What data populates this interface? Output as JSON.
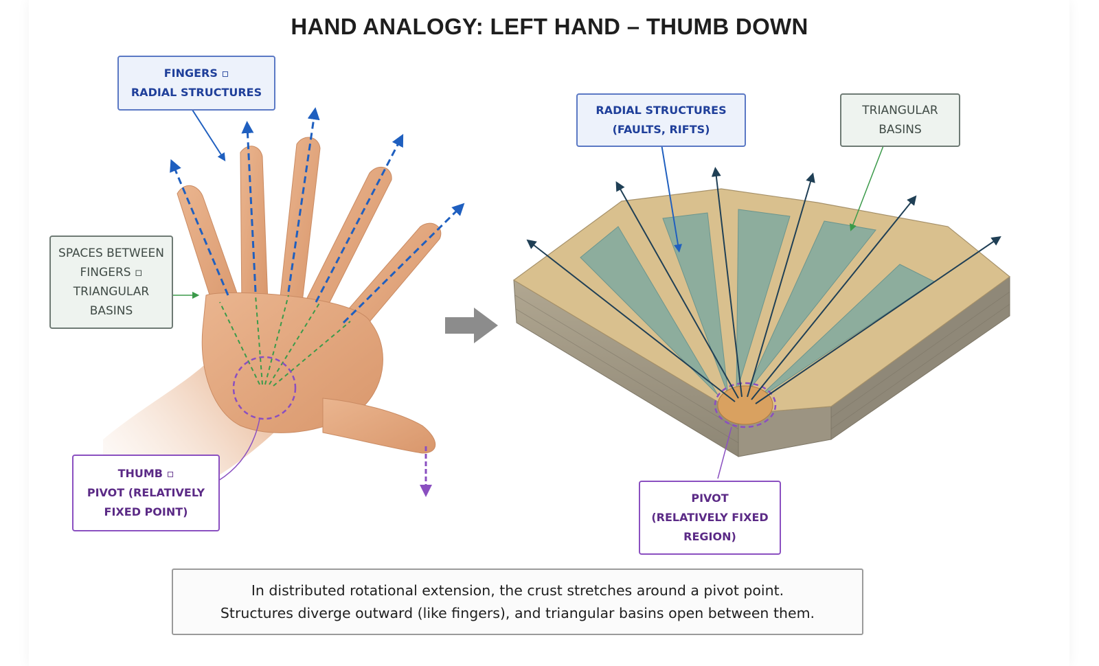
{
  "title": "HAND ANALOGY: LEFT HAND – THUMB DOWN",
  "hand_labels": {
    "fingers": [
      "FINGERS ▫",
      "RADIAL STRUCTURES"
    ],
    "spaces": [
      "SPACES BETWEEN",
      "FINGERS ▫",
      "TRIANGULAR",
      "BASINS"
    ],
    "thumb": [
      "THUMB ▫",
      "PIVOT (RELATIVELY",
      "FIXED POINT)"
    ]
  },
  "block_labels": {
    "radial": [
      "RADIAL STRUCTURES",
      "(FAULTS, RIFTS)"
    ],
    "basins": [
      "TRIANGULAR",
      "BASINS"
    ],
    "pivot": [
      "PIVOT",
      "(RELATIVELY FIXED",
      "REGION)"
    ]
  },
  "caption": [
    "In distributed rotational extension, the crust stretches around a pivot point.",
    "Structures diverge outward (like fingers), and triangular basins open between them."
  ],
  "colors": {
    "blue_arrow": "#1f5fbf",
    "green_line": "#3b9a4a",
    "purple": "#8a4fc0",
    "skin": "#e0a57c",
    "basin": "#7fa9a0",
    "rock_top": "#d9c08e",
    "rock_side": "#a59c88",
    "gray_arrow": "#8c8c8c",
    "dark_arrow": "#1f3f55"
  }
}
